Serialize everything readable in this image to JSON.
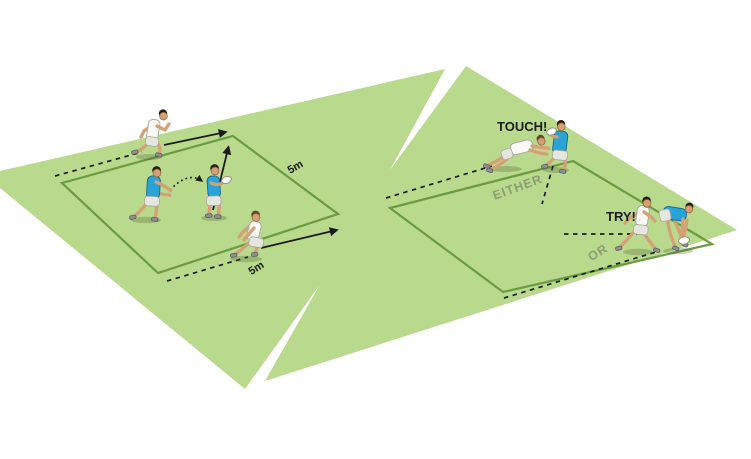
{
  "annotations": {
    "touch": "TOUCH!",
    "try": "TRY!",
    "either": "EITHER",
    "or": "OR"
  },
  "field_labels": {
    "left_square_side": "5m",
    "left_square_bottom": "5m"
  },
  "colors": {
    "field_green": "#b9d98c",
    "line_green": "#6a9b41",
    "ink": "#1c1c1c",
    "keyword": "#8d9c72",
    "jersey_blue": "#29a4d9",
    "jersey_white": "#f8f8f4",
    "skin": "#d6a077",
    "shorts": "#e6e6e0",
    "boots": "#8d8f90",
    "ball": "#ffffff",
    "background": "#ffffff"
  },
  "figures": [
    {
      "name": "white-runner",
      "jersey": "white",
      "grid": "left"
    },
    {
      "name": "blue-passer",
      "jersey": "blue",
      "grid": "left"
    },
    {
      "name": "blue-receiver",
      "jersey": "blue",
      "grid": "left"
    },
    {
      "name": "white-defender",
      "jersey": "white",
      "grid": "left"
    },
    {
      "name": "white-toucher",
      "jersey": "white",
      "grid": "right"
    },
    {
      "name": "blue-ball-carrier",
      "jersey": "blue",
      "grid": "right"
    },
    {
      "name": "white-chaser",
      "jersey": "white",
      "grid": "right"
    },
    {
      "name": "blue-try-scorer",
      "jersey": "blue",
      "grid": "right"
    }
  ]
}
